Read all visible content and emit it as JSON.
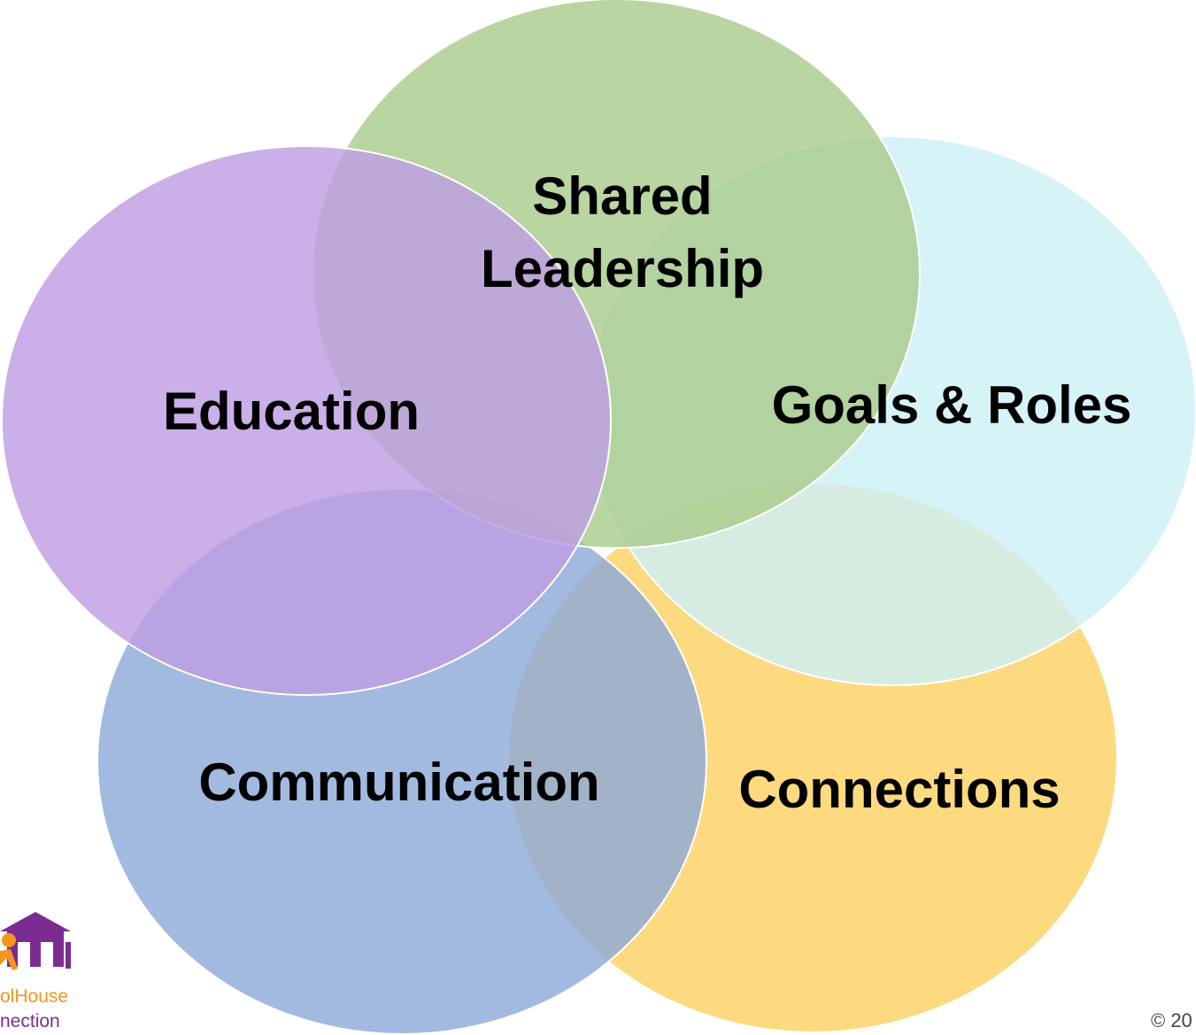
{
  "diagram": {
    "circles": [
      {
        "id": "connections",
        "label_lines": [
          "Connections"
        ],
        "color": "#fcd164"
      },
      {
        "id": "goals-roles",
        "label_lines": [
          "Goals & Roles"
        ],
        "color": "#cdf0f7"
      },
      {
        "id": "communication",
        "label_lines": [
          "Communication"
        ],
        "color": "#8eabd9"
      },
      {
        "id": "shared-leadership",
        "label_lines": [
          "Shared",
          "Leadership"
        ],
        "color": "#a9cc8c"
      },
      {
        "id": "education",
        "label_lines": [
          "Education"
        ],
        "color": "#be9de3"
      }
    ]
  },
  "logo": {
    "line1": "olHouse",
    "line2": "nection",
    "colors": {
      "orange": "#f7941d",
      "purple": "#7b2c90"
    }
  },
  "footer": {
    "copyright": "© 20"
  }
}
